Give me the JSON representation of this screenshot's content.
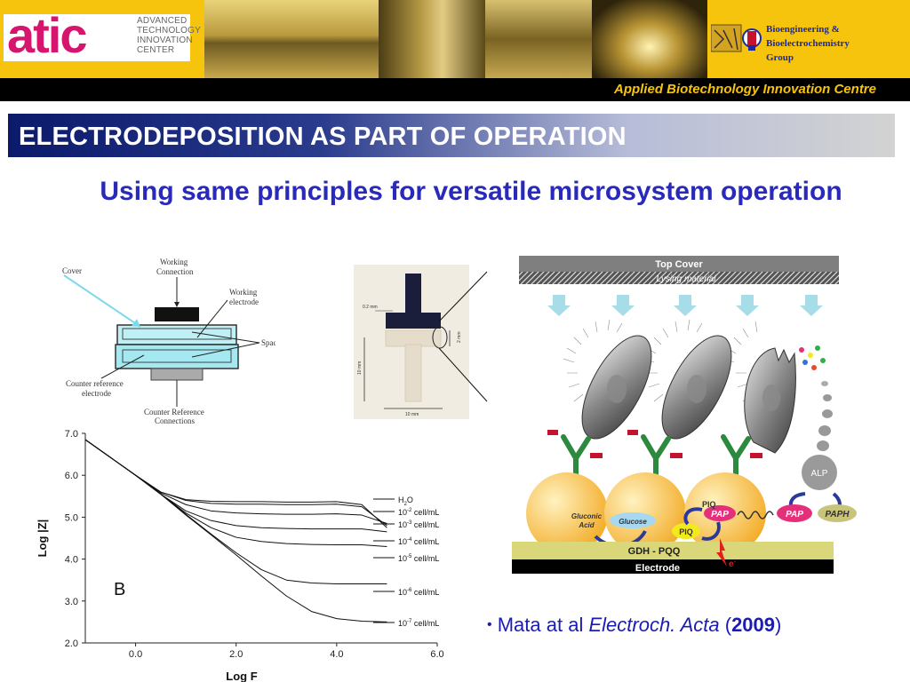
{
  "header": {
    "logo_text": "atic",
    "logo_subtitle_lines": [
      "ADVANCED",
      "TECHNOLOGY",
      "INNOVATION",
      "CENTER"
    ],
    "group_logo_lines": [
      "Bioengineering &",
      "Bioelectrochemistry",
      "Group"
    ],
    "tagline": "Applied Biotechnology Innovation Centre"
  },
  "slide": {
    "title": "ELECTRODEPOSITION AS PART OF OPERATION",
    "subtitle": "Using same principles for versatile microsystem operation"
  },
  "cell_diagram": {
    "labels": {
      "cover": "Cover",
      "working_connection_1": "Working",
      "working_connection_2": "Connection",
      "working_electrode_1": "Working",
      "working_electrode_2": "electrode",
      "spacers": "Spacers",
      "counter_ref_electrode_1": "Counter reference",
      "counter_ref_electrode_2": "electrode",
      "counter_ref_connections_1": "Counter Reference",
      "counter_ref_connections_2": "Connections"
    }
  },
  "chip_photo": {
    "dim_top": "0.2 mm",
    "dim_side": "10 mm",
    "dim_right": "2 mm",
    "dim_bottom": "10 mm"
  },
  "chart_data": {
    "type": "line",
    "xlabel": "Log F",
    "ylabel": "Log |Z|",
    "xlim": [
      -1,
      6.0
    ],
    "ylim": [
      2.0,
      7.0
    ],
    "xticks": [
      "0.0",
      "2.0",
      "4.0",
      "6.0"
    ],
    "yticks": [
      "2.0",
      "3.0",
      "4.0",
      "5.0",
      "6.0",
      "7.0"
    ],
    "panel_label": "B",
    "x": [
      -1.0,
      0.0,
      0.5,
      1.0,
      1.5,
      2.0,
      2.5,
      3.0,
      3.5,
      4.0,
      4.5,
      5.0
    ],
    "series": [
      {
        "name": "H2O",
        "values": [
          6.85,
          6.0,
          5.6,
          5.42,
          5.38,
          5.37,
          5.37,
          5.36,
          5.36,
          5.37,
          5.3,
          4.75
        ]
      },
      {
        "name": "10-2 cell/mL",
        "values": [
          6.85,
          6.0,
          5.6,
          5.4,
          5.33,
          5.31,
          5.31,
          5.3,
          5.3,
          5.31,
          5.25,
          4.8
        ]
      },
      {
        "name": "10-3 cell/mL",
        "values": [
          6.85,
          6.0,
          5.58,
          5.3,
          5.15,
          5.1,
          5.08,
          5.07,
          5.07,
          5.08,
          5.05,
          4.85
        ]
      },
      {
        "name": "10-4 cell/mL",
        "values": [
          6.85,
          6.0,
          5.55,
          5.15,
          4.92,
          4.8,
          4.75,
          4.73,
          4.72,
          4.72,
          4.72,
          4.65
        ]
      },
      {
        "name": "10-5 cell/mL",
        "values": [
          6.85,
          6.0,
          5.55,
          5.1,
          4.75,
          4.52,
          4.42,
          4.37,
          4.35,
          4.34,
          4.34,
          4.3
        ]
      },
      {
        "name": "10-6 cell/mL",
        "values": [
          6.85,
          6.0,
          5.55,
          5.07,
          4.6,
          4.15,
          3.75,
          3.5,
          3.43,
          3.41,
          3.41,
          3.41
        ]
      },
      {
        "name": "10-7 cell/mL",
        "values": [
          6.85,
          6.0,
          5.55,
          5.05,
          4.58,
          4.1,
          3.6,
          3.12,
          2.75,
          2.58,
          2.52,
          2.5
        ]
      }
    ],
    "legend": [
      {
        "base": "H",
        "sub": "2",
        "rest": "O"
      },
      {
        "base": "10",
        "sup": "-2",
        "rest": " cell/mL"
      },
      {
        "base": "10",
        "sup": "-3",
        "rest": " cell/mL"
      },
      {
        "base": "10",
        "sup": "-4",
        "rest": " cell/mL"
      },
      {
        "base": "10",
        "sup": "-5",
        "rest": " cell/mL"
      },
      {
        "base": "10",
        "sup": "-6",
        "rest": " cell/mL"
      },
      {
        "base": "10",
        "sup": "-7",
        "rest": " cell/mL"
      }
    ]
  },
  "schematic": {
    "top_cover": "Top Cover",
    "lysing_material": "Lysing material",
    "alp": "ALP",
    "gluconic_acid_1": "Gluconic",
    "gluconic_acid_2": "Acid",
    "glucose": "Glucose",
    "pap_left": "PAP",
    "pap_right": "PAP",
    "paph": "PAPH",
    "piq_1": "PIQ",
    "piq_2": "PIQ",
    "gdh_pqq": "GDH - PQQ",
    "electrode": "Electrode",
    "electron": "e",
    "electron_sup": "-",
    "colors": {
      "top_cover": "#7f7f7f",
      "sphere": "#f6b93b",
      "gdh": "#d9d77a",
      "electrode": "#000000",
      "pap": "#e4307a",
      "piq": "#f2ea1c",
      "alp": "#9a9a9a",
      "paph": "#c8c47a",
      "cell": "#7a7a7a"
    }
  },
  "citation": {
    "bullet": "•",
    "authors": "Mata at al",
    "journal": "Electroch. Acta",
    "open_paren": "(",
    "year": "2009",
    "close_paren": ")"
  }
}
